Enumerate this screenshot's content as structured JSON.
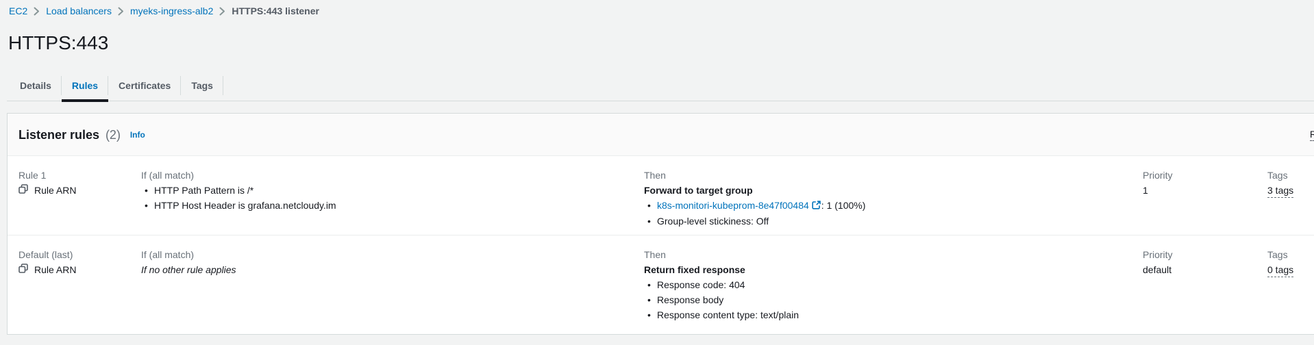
{
  "breadcrumb": {
    "items": [
      {
        "label": "EC2"
      },
      {
        "label": "Load balancers"
      },
      {
        "label": "myeks-ingress-alb2"
      },
      {
        "label": "HTTPS:443 listener"
      }
    ]
  },
  "page": {
    "title": "HTTPS:443"
  },
  "tabs": {
    "details": "Details",
    "rules": "Rules",
    "certificates": "Certificates",
    "tags": "Tags",
    "active_tab": "Rules"
  },
  "panel": {
    "title": "Listener rules",
    "count": "(2)",
    "info_label": "Info",
    "partial_action_text": "R"
  },
  "rules": [
    {
      "name": "Rule 1",
      "arn_label": "Rule ARN",
      "if_label": "If (all match)",
      "conditions": [
        "HTTP Path Pattern is /*",
        "HTTP Host Header is grafana.netcloudy.im"
      ],
      "then_label": "Then",
      "action_title": "Forward to target group",
      "forward": {
        "target_link": "k8s-monitori-kubeprom-8e47f00484",
        "target_suffix": ": 1 (100%)",
        "stickiness": "Group-level stickiness: Off"
      },
      "priority_label": "Priority",
      "priority": "1",
      "tags_label": "Tags",
      "tags": "3 tags"
    },
    {
      "name": "Default (last)",
      "arn_label": "Rule ARN",
      "if_label": "If (all match)",
      "condition_note": "If no other rule applies",
      "then_label": "Then",
      "action_title": "Return fixed response",
      "response_items": [
        "Response code: 404",
        "Response body",
        "Response content type: text/plain"
      ],
      "priority_label": "Priority",
      "priority": "default",
      "tags_label": "Tags",
      "tags": "0 tags"
    }
  ],
  "colors": {
    "link_blue": "#0073bb",
    "dark_text": "#16191f",
    "muted_text": "#687078",
    "page_bg": "#f2f3f3",
    "active_tab_underline": "#16191f"
  }
}
